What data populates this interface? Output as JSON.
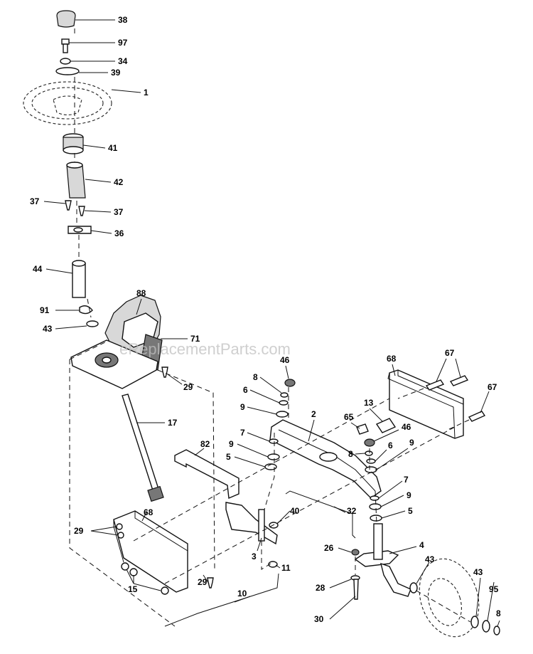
{
  "watermark": "eReplacementParts.com",
  "callouts": {
    "c38": "38",
    "c97": "97",
    "c34": "34",
    "c39": "39",
    "c1": "1",
    "c41": "41",
    "c42": "42",
    "c37a": "37",
    "c37b": "37",
    "c36": "36",
    "c44": "44",
    "c88": "88",
    "c91": "91",
    "c43a": "43",
    "c71": "71",
    "c29a": "29",
    "c17": "17",
    "c46a": "46",
    "c8a": "8",
    "c6a": "6",
    "c9a": "9",
    "c2": "2",
    "c13": "13",
    "c65": "65",
    "c46b": "46",
    "c8b": "8",
    "c6b": "6",
    "c9b": "9",
    "c68a": "68",
    "c67a": "67",
    "c67b": "67",
    "c7a": "7",
    "c9c": "9",
    "c5a": "5",
    "c82": "82",
    "c7b": "7",
    "c9d": "9",
    "c5b": "5",
    "c40": "40",
    "c32": "32",
    "c29b": "29",
    "c68b": "68",
    "c3": "3",
    "c26": "26",
    "c4": "4",
    "c11": "11",
    "c43b": "43",
    "c15": "15",
    "c29c": "29",
    "c10": "10",
    "c28": "28",
    "c43c": "43",
    "c95": "95",
    "c30": "30",
    "c8c": "8"
  }
}
